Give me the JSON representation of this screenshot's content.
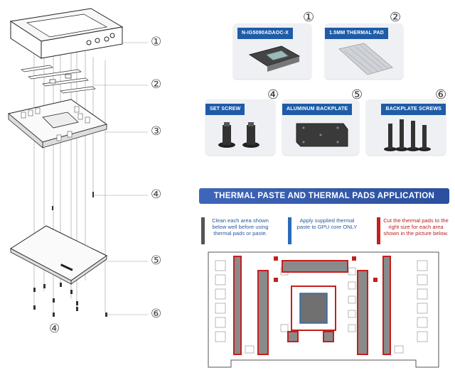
{
  "callouts": [
    "①",
    "②",
    "③",
    "④",
    "⑤",
    "⑥"
  ],
  "bottom_callout": "④",
  "cards": [
    {
      "num": "①",
      "label": "N-IG5090ADAOC-X"
    },
    {
      "num": "②",
      "label": "1.5MM THERMAL PAD"
    },
    {
      "num": "④",
      "label": "SET SCREW"
    },
    {
      "num": "⑤",
      "label": "ALUMINUM BACKPLATE"
    },
    {
      "num": "⑥",
      "label": "BACKPLATE SCREWS"
    }
  ],
  "banner": "THERMAL PASTE AND THERMAL PADS APPLICATION",
  "instructions": [
    {
      "text": "Clean each area shown below well before using thermal pads or paste.",
      "color": "#2a5a9a",
      "bar": "#555555"
    },
    {
      "text": "Apply supplied thermal paste to GPU core ONLY",
      "color": "#2a5a9a",
      "bar": "#2a6ab8"
    },
    {
      "text": "Cut the thermal pads to the right size for each area shown in the picture below.",
      "color": "#b81e1e",
      "bar": "#c41f1f"
    }
  ],
  "colors": {
    "accent": "#1f5ca8",
    "pad_outline": "#c41f1f",
    "pad_fill": "#8a8a8a",
    "board_line": "#555555"
  }
}
